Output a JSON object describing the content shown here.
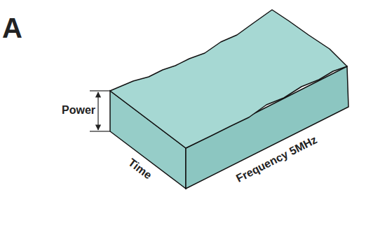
{
  "diagram": {
    "labels": [
      "A",
      "Power",
      "Time",
      "Frequency 5MHz"
    ]
  }
}
